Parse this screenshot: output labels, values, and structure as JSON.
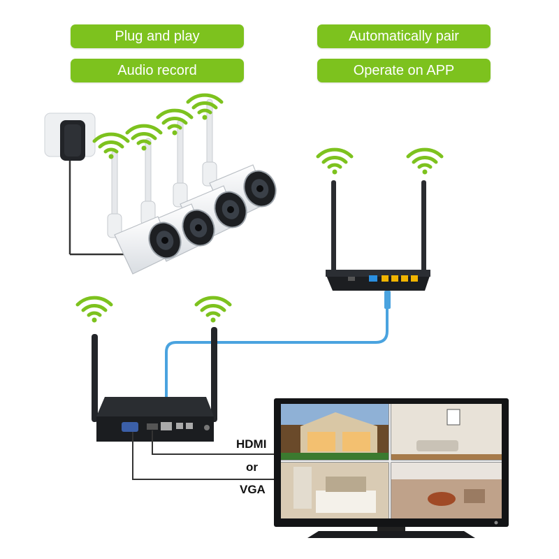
{
  "features": {
    "plug_and_play": "Plug and play",
    "audio_record": "Audio record",
    "auto_pair": "Automatically pair",
    "operate_app": "Operate on APP"
  },
  "connection": {
    "hdmi": "HDMI",
    "or": "or",
    "vga": "VGA"
  },
  "colors": {
    "accent_green": "#7dc21e",
    "cable_blue": "#4aa3df"
  },
  "icons": [
    "wifi-icon",
    "power-adapter-icon",
    "camera-icon",
    "router-icon",
    "nvr-icon",
    "monitor-icon"
  ]
}
